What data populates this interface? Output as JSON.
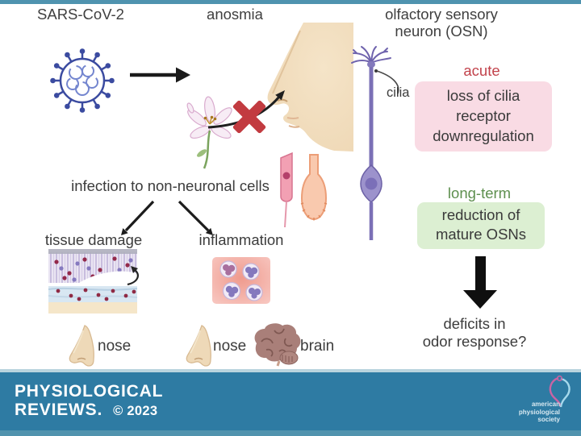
{
  "figure": {
    "columns": {
      "virus_title": "SARS-CoV-2",
      "anosmia_title": "anosmia",
      "osn_title_line1": "olfactory sensory",
      "osn_title_line2": "neuron (OSN)"
    },
    "osn": {
      "cilia_label": "cilia",
      "acute_label": "acute",
      "acute_effects": [
        "loss of cilia",
        "receptor",
        "downregulation"
      ],
      "long_term_label": "long-term",
      "long_term_effects": [
        "reduction of",
        "mature OSNs"
      ],
      "outcome_line1": "deficits in",
      "outcome_line2": "odor response?"
    },
    "non_neuronal": {
      "title": "infection to non-neuronal cells",
      "branch1": "tissue damage",
      "branch2": "inflammation",
      "branch1_sites": [
        "nose"
      ],
      "branch2_sites": [
        "nose",
        "brain"
      ]
    }
  },
  "footer": {
    "journal_name_line1": "PHYSIOLOGICAL",
    "journal_name_line2": "REVIEWS.",
    "copyright": "© 2023",
    "society": {
      "line1": "american",
      "line2": "physiological",
      "line3": "society"
    }
  },
  "colors": {
    "top_bar": "#4f93af",
    "footer_bar": "#2e7ba3",
    "footer_bottom_strip": "#5193ae",
    "acute_text": "#c2434c",
    "acute_box_bg": "#f9dbe4",
    "long_term_text": "#5d8f4e",
    "long_term_box_bg": "#dcefd2",
    "virus_blue": "#3b4ba0",
    "neuron_purple": "#7b70b6",
    "text_dark": "#3c3c3c"
  },
  "icons": {
    "coronavirus-icon": "spiked virus circle",
    "face-profile-icon": "human nose profile",
    "flower-icon": "lily flower",
    "blocked-icon": "red X",
    "osn-neuron-icon": "bipolar olfactory neuron",
    "sustentacular-cell-icon": "pink elongated cell",
    "gland-cell-icon": "salmon pin-shaped cell",
    "tissue-damage-icon": "damaged olfactory epithelium",
    "inflammation-icon": "immune cells in inflamed tissue",
    "nose-icon": "nose profile",
    "brain-icon": "brain",
    "arrow-icon": "black arrow",
    "aps-logo-icon": "american physiological society logo"
  }
}
